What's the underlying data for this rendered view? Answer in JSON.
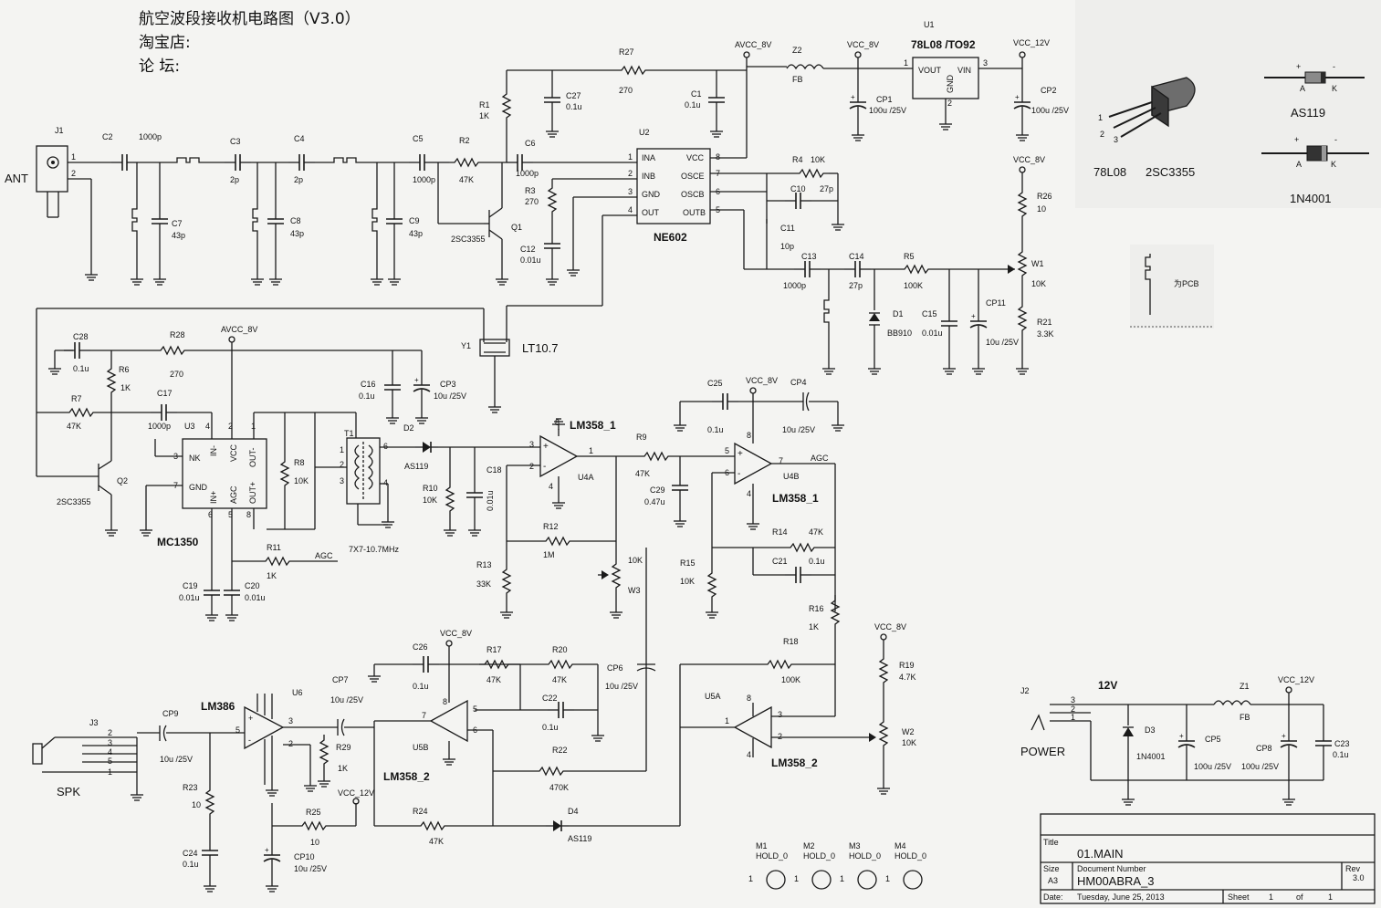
{
  "header": {
    "title": "航空波段接收机电路图（V3.0）",
    "shop": "淘宝店:",
    "forum": "论    坛:"
  },
  "title_block": {
    "title_label": "Title",
    "title": "01.MAIN",
    "size_label": "Size",
    "size": "A3",
    "docnum_label": "Document Number",
    "docnum": "HM00ABRA_3",
    "rev_label": "Rev",
    "rev": "3.0",
    "date_label": "Date:",
    "date": "Tuesday, June 25, 2013",
    "sheet_label": "Sheet",
    "sheet": "1",
    "of_label": "of",
    "of": "1"
  },
  "legend": {
    "reg_name": "78L08",
    "trans_name": "2SC3355",
    "pin1": "1",
    "pin2": "2",
    "pin3": "3",
    "as119": "AS119",
    "diode": "1N4001",
    "plus": "+",
    "minus": "-",
    "anode": "A",
    "cathode": "K",
    "pcb_note": "为PCB"
  },
  "labels": {
    "ant": "ANT",
    "j1": "J1",
    "c2": "C2",
    "c2v": "1000p",
    "c7": "C7",
    "c7v": "43p",
    "c3": "C3",
    "c3v": "2p",
    "c8": "C8",
    "c8v": "43p",
    "c4": "C4",
    "c4v": "2p",
    "c9": "C9",
    "c9v": "43p",
    "c5": "C5",
    "c5v": "1000p",
    "r2": "R2",
    "r2v": "47K",
    "r1": "R1",
    "r1v": "1K",
    "q1": "Q1",
    "q1t": "2SC3355",
    "r3": "R3",
    "r3v": "270",
    "c12": "C12",
    "c12v": "0.01u",
    "c6": "C6",
    "c6v": "1000p",
    "r27": "R27",
    "r27v": "270",
    "c27": "C27",
    "c27v": "0.1u",
    "c1": "C1",
    "c1v": "0.1u",
    "avcc8": "AVCC_8V",
    "vcc8": "VCC_8V",
    "vcc12": "VCC_12V",
    "z2": "Z2",
    "fb": "FB",
    "u1": "U1",
    "u1t": "78L08 /TO92",
    "vout": "VOUT",
    "vin": "VIN",
    "gnd": "GND",
    "cp1": "CP1",
    "cp1v": "100u /25V",
    "cp2": "CP2",
    "cp2v": "100u /25V",
    "u2": "U2",
    "ne602": "NE602",
    "ina": "INA",
    "inb": "INB",
    "ugnd": "GND",
    "uout": "OUT",
    "vcc": "VCC",
    "osce": "OSCE",
    "oscb": "OSCB",
    "outb": "OUTB",
    "r4": "R4",
    "r4v": "10K",
    "c10": "C10",
    "c10v": "27p",
    "c11": "C11",
    "c11v": "10p",
    "c13": "C13",
    "c13v": "1000p",
    "c14": "C14",
    "c14v": "27p",
    "r5": "R5",
    "r5v": "100K",
    "d1": "D1",
    "d1t": "BB910",
    "c15": "C15",
    "c15v": "0.01u",
    "cp11": "CP11",
    "cp11v": "10u /25V",
    "r26": "R26",
    "r26v": "10",
    "w1": "W1",
    "w1v": "10K",
    "r21": "R21",
    "r21v": "3.3K",
    "y1": "Y1",
    "lt107": "LT10.7",
    "c28": "C28",
    "c28v": "0.1u",
    "r28": "R28",
    "r28v": "270",
    "r6": "R6",
    "r6v": "1K",
    "r7": "R7",
    "r7v": "47K",
    "c17": "C17",
    "c17v": "1000p",
    "u3": "U3",
    "mc1350": "MC1350",
    "nk": "NK",
    "gnd3": "GND",
    "inm": "IN-",
    "inp": "IN+",
    "vcc3": "VCC",
    "agc3": "AGC",
    "outm": "OUT-",
    "outp": "OUT+",
    "q2": "Q2",
    "q2t": "2SC3355",
    "r8": "R8",
    "r8v": "10K",
    "c16": "C16",
    "c16v": "0.1u",
    "cp3": "CP3",
    "cp3v": "10u /25V",
    "t1": "T1",
    "t1t": "7X7-10.7MHz",
    "d2": "D2",
    "d2t": "AS119",
    "r10": "R10",
    "r10v": "10K",
    "c18": "C18",
    "c18v": "0.01u",
    "r11": "R11",
    "r11v": "1K",
    "agc": "AGC",
    "c19": "C19",
    "c19v": "0.01u",
    "c20": "C20",
    "c20v": "0.01u",
    "lm358_1": "LM358_1",
    "lm358_2": "LM358_2",
    "u4a": "U4A",
    "u4b": "U4B",
    "u5a": "U5A",
    "u5b": "U5B",
    "r9": "R9",
    "r9v": "47K",
    "c29": "C29",
    "c29v": "0.47u",
    "c25": "C25",
    "c25v": "0.1u",
    "cp4": "CP4",
    "cp4v": "10u /25V",
    "r12": "R12",
    "r12v": "1M",
    "r13": "R13",
    "r13v": "33K",
    "w3": "W3",
    "w3v": "10K",
    "r14": "R14",
    "r14v": "47K",
    "c21": "C21",
    "c21v": "0.1u",
    "r15": "R15",
    "r15v": "10K",
    "r16": "R16",
    "r16v": "1K",
    "r18": "R18",
    "r18v": "100K",
    "r19": "R19",
    "r19v": "4.7K",
    "w2": "W2",
    "w2v": "10K",
    "c26": "C26",
    "c26v": "0.1u",
    "r17": "R17",
    "r17v": "47K",
    "r20": "R20",
    "r20v": "47K",
    "c22": "C22",
    "c22v": "0.1u",
    "cp6": "CP6",
    "cp6v": "10u /25V",
    "r22": "R22",
    "r22v": "470K",
    "r24": "R24",
    "r24v": "47K",
    "d4": "D4",
    "d4t": "AS119",
    "lm386": "LM386",
    "u6": "U6",
    "cp7": "CP7",
    "cp7v": "10u /25V",
    "r29": "R29",
    "r29v": "1K",
    "cp9": "CP9",
    "cp9v": "10u /25V",
    "j3": "J3",
    "spk": "SPK",
    "r23": "R23",
    "r23v": "10",
    "c24": "C24",
    "c24v": "0.1u",
    "r25": "R25",
    "r25v": "10",
    "cp10": "CP10",
    "cp10v": "10u /25V",
    "j2": "J2",
    "power": "POWER",
    "v12": "12V",
    "d3": "D3",
    "d3t": "1N4001",
    "cp5": "CP5",
    "cp5v": "100u /25V",
    "z1": "Z1",
    "z1t": "FB",
    "cp8": "CP8",
    "cp8v": "100u /25V",
    "c23": "C23",
    "c23v": "0.1u",
    "m1": "M1",
    "m2": "M2",
    "m3": "M3",
    "m4": "M4",
    "hold": "HOLD_0",
    "one": "1"
  }
}
